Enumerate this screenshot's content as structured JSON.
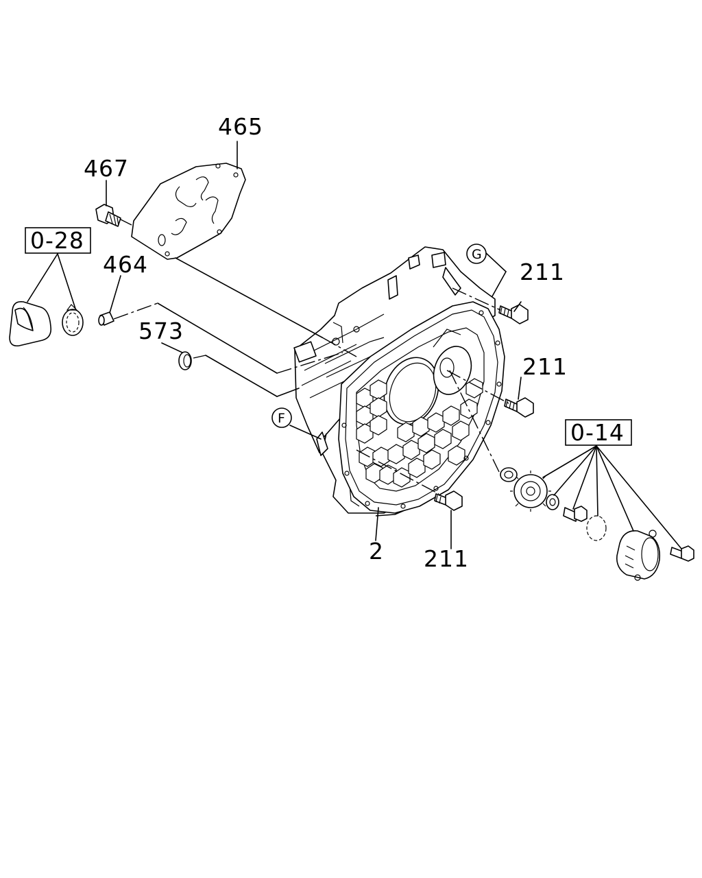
{
  "callouts": {
    "c465": "465",
    "c467": "467",
    "c464": "464",
    "c573": "573",
    "c211a": "211",
    "c211b": "211",
    "c211c": "211",
    "c2": "2"
  },
  "ref_boxes": {
    "r028": "0-28",
    "r014": "0-14"
  },
  "circle_refs": {
    "g": "G",
    "f": "F"
  }
}
